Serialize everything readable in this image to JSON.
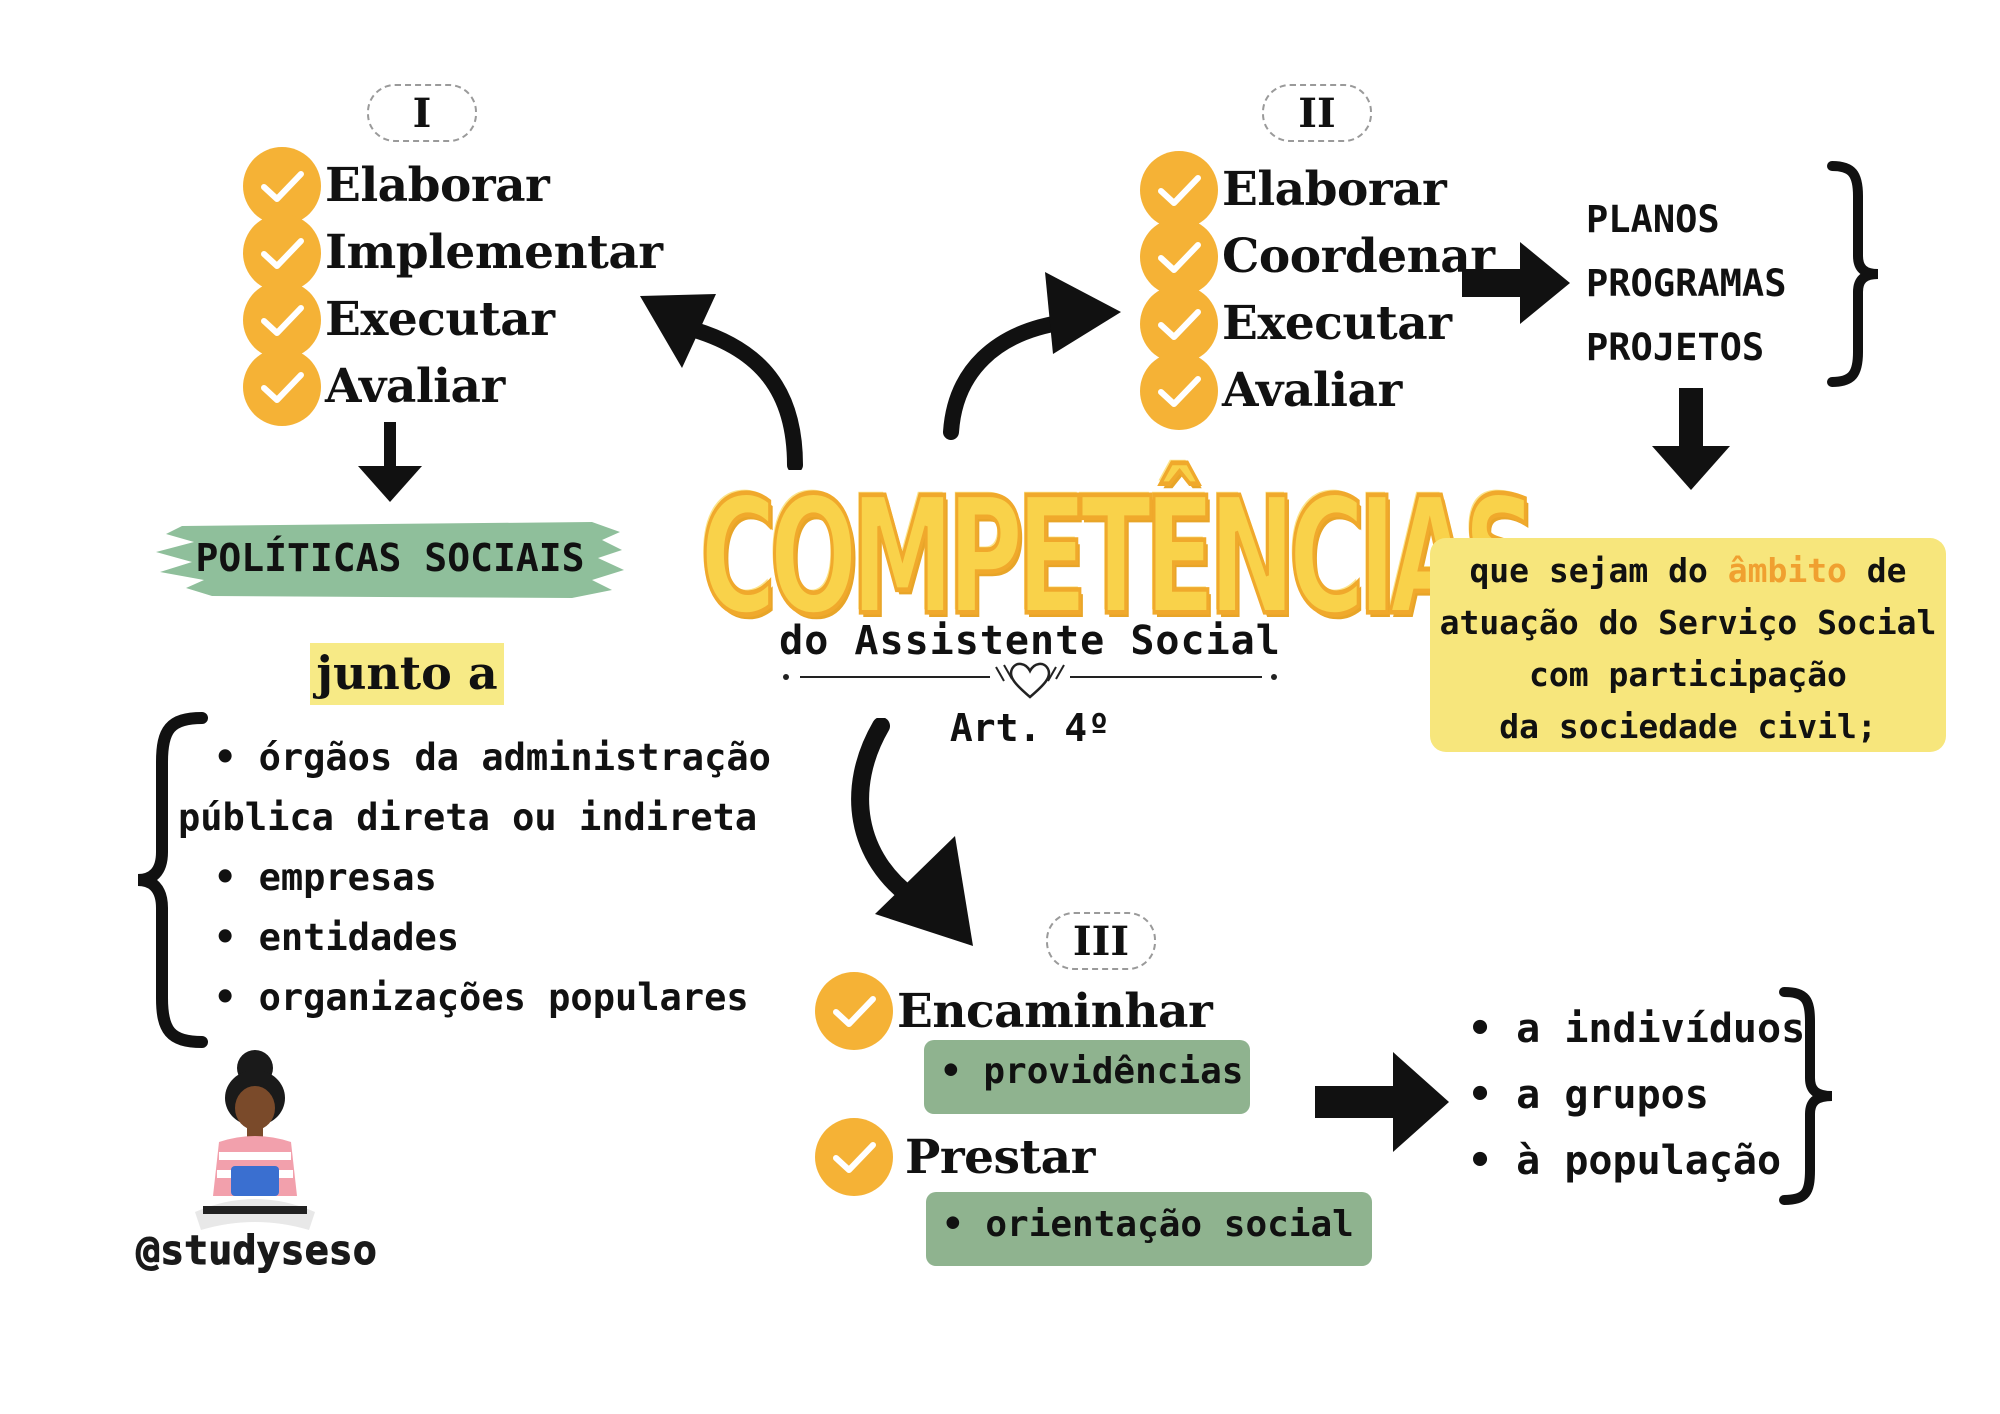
{
  "title": {
    "main": "COMPETÊNCIAS",
    "subtitle": "do Assistente Social",
    "article": "Art. 4º"
  },
  "section1": {
    "numeral": "I",
    "items": [
      "Elaborar",
      "Implementar",
      "Executar",
      "Avaliar"
    ],
    "result": "POLÍTICAS SOCIAIS",
    "junto_label": "junto a",
    "junto_items": [
      "órgãos da administração",
      "pública direta ou indireta",
      "empresas",
      "entidades",
      "organizações populares"
    ]
  },
  "section2": {
    "numeral": "II",
    "items": [
      "Elaborar",
      "Coordenar",
      "Executar",
      "Avaliar"
    ],
    "targets": [
      "PLANOS",
      "PROGRAMAS",
      "PROJETOS"
    ],
    "note_before": "que sejam do ",
    "note_highlight": "âmbito",
    "note_after": " de",
    "note_lines": [
      "atuação do Serviço Social",
      "com participação",
      "da sociedade civil;"
    ]
  },
  "section3": {
    "numeral": "III",
    "items": [
      {
        "verb": "Encaminhar",
        "object": "providências"
      },
      {
        "verb": "Prestar",
        "object": "orientação social"
      }
    ],
    "recipients": [
      "a indivíduos",
      "a grupos",
      "à população"
    ]
  },
  "credit": "@studyseso",
  "colors": {
    "check": "#f5b236",
    "green_box": "#8fb38f",
    "yellow_box": "#f7e67c",
    "highlight_text": "#f0a030",
    "title_fill": "#f9d24a"
  }
}
